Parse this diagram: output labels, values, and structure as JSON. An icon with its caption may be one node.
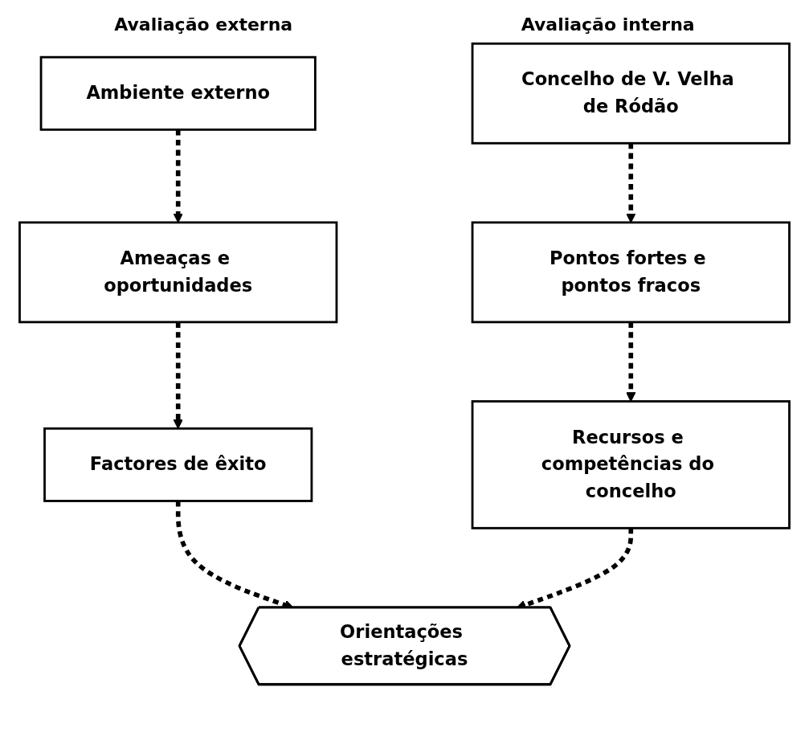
{
  "diagram": {
    "nodes": [
      {
        "text": [
          "Ambiente externo"
        ]
      },
      {
        "text": [
          "Ameaças e oportunidades"
        ]
      },
      {
        "text": [
          "Factores de êxito"
        ]
      },
      {
        "text": [
          "Concelho de V. Velha de Ródão"
        ]
      },
      {
        "text": [
          "Pontos fortes e pontos fracos"
        ]
      },
      {
        "text": [
          "Recursos e competências do concelho"
        ]
      },
      {
        "text": [
          "Orientações estratégicas"
        ]
      }
    ],
    "edges": [
      {
        "from": 0,
        "to": 1,
        "arrow": "to",
        "style": "dashed"
      },
      {
        "from": 1,
        "to": 2,
        "arrow": "to",
        "style": "dashed"
      },
      {
        "from": 2,
        "to": 6,
        "arrow": "to",
        "style": "dashed"
      },
      {
        "from": 3,
        "to": 4,
        "arrow": "to",
        "style": "dashed"
      },
      {
        "from": 4,
        "to": 5,
        "arrow": "to",
        "style": "dashed"
      },
      {
        "from": 5,
        "to": 6,
        "arrow": "to",
        "style": "dashed"
      }
    ],
    "labels": [
      "Avaliação externa",
      "Avaliação interna"
    ]
  }
}
